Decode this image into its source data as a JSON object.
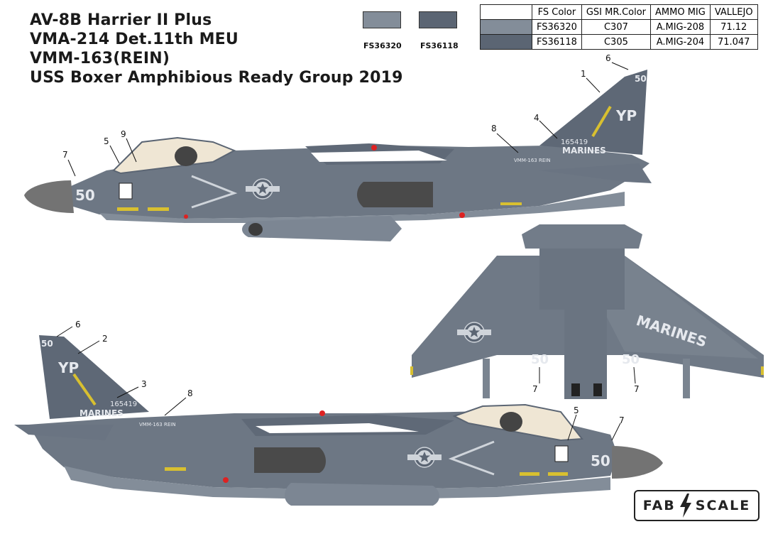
{
  "header": {
    "line1": "AV-8B Harrier II Plus",
    "line2": "VMA-214 Det.11th MEU",
    "line3": "VMM-163(REIN)",
    "line4": "USS Boxer Amphibious Ready Group 2019"
  },
  "swatches": [
    {
      "label": "FS36320",
      "color": "#838d99"
    },
    {
      "label": "FS36118",
      "color": "#5b6573"
    }
  ],
  "paint_table": {
    "headers": [
      "FS Color",
      "GSI MR.Color",
      "AMMO MIG",
      "VALLEJO"
    ],
    "rows": [
      {
        "swatch": "#838d99",
        "cells": [
          "FS36320",
          "C307",
          "A.MIG-208",
          "71.12"
        ]
      },
      {
        "swatch": "#5b6573",
        "cells": [
          "FS36118",
          "C305",
          "A.MIG-204",
          "71.047"
        ]
      }
    ]
  },
  "markings": {
    "modex": "50",
    "tail_code": "YP",
    "serial": "165419",
    "service": "MARINES",
    "unit_stencil": "VMM-163 REIN"
  },
  "callouts_top": [
    "1",
    "6",
    "4",
    "8",
    "5",
    "9",
    "7"
  ],
  "callouts_bottom_view": [
    "7",
    "7"
  ],
  "callouts_left": [
    "6",
    "2",
    "3",
    "8",
    "5",
    "7"
  ],
  "logo": {
    "left": "FAB",
    "right": "SCALE"
  }
}
